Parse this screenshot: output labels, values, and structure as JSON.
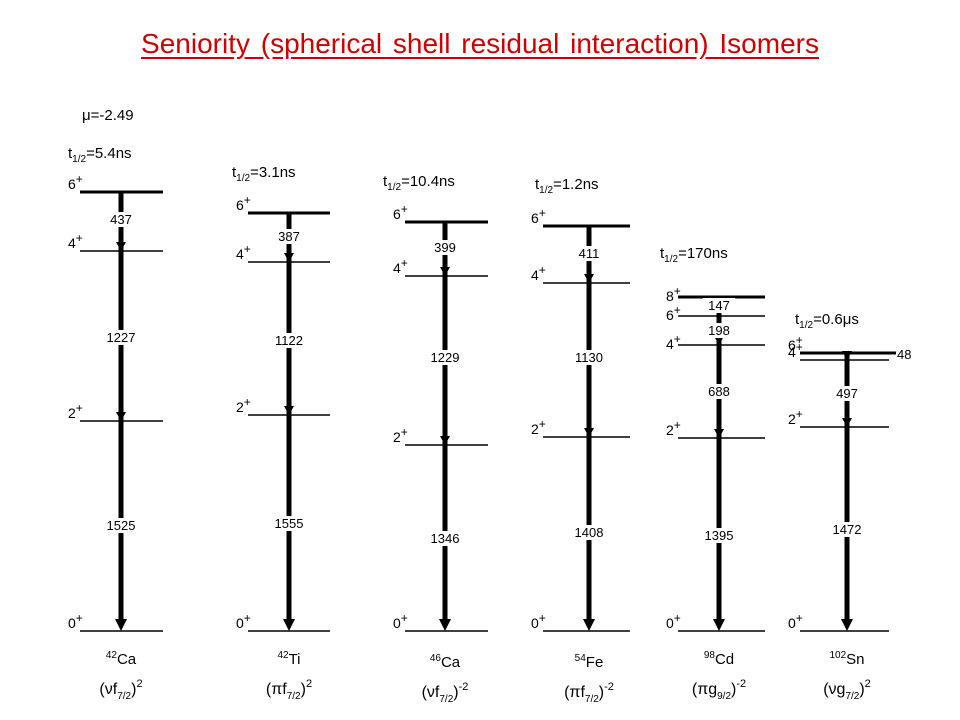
{
  "title": "Seniority (spherical shell residual interaction) Isomers",
  "colors": {
    "title": "#cc0000",
    "lines": "#000000"
  },
  "mu": "μ=-2.49",
  "nuclei": [
    {
      "mass": "42",
      "element": "Ca",
      "halflife": {
        "prefix": "t",
        "sub": "1/2",
        "value": "=5.4ns"
      },
      "config": {
        "particle": "ν",
        "orbital": "f",
        "sub": "7/2",
        "exp": "2"
      },
      "levels": [
        {
          "spin": "6",
          "parity": "+"
        },
        {
          "spin": "4",
          "parity": "+"
        },
        {
          "spin": "2",
          "parity": "+"
        },
        {
          "spin": "0",
          "parity": "+"
        }
      ],
      "transitions": [
        "437",
        "1227",
        "1525"
      ]
    },
    {
      "mass": "42",
      "element": "Ti",
      "halflife": {
        "prefix": "t",
        "sub": "1/2",
        "value": "=3.1ns"
      },
      "config": {
        "particle": "π",
        "orbital": "f",
        "sub": "7/2",
        "exp": "2"
      },
      "levels": [
        {
          "spin": "6",
          "parity": "+"
        },
        {
          "spin": "4",
          "parity": "+"
        },
        {
          "spin": "2",
          "parity": "+"
        },
        {
          "spin": "0",
          "parity": "+"
        }
      ],
      "transitions": [
        "387",
        "1122",
        "1555"
      ]
    },
    {
      "mass": "46",
      "element": "Ca",
      "halflife": {
        "prefix": "t",
        "sub": "1/2",
        "value": "=10.4ns"
      },
      "config": {
        "particle": "ν",
        "orbital": "f",
        "sub": "7/2",
        "exp": "-2"
      },
      "levels": [
        {
          "spin": "6",
          "parity": "+"
        },
        {
          "spin": "4",
          "parity": "+"
        },
        {
          "spin": "2",
          "parity": "+"
        },
        {
          "spin": "0",
          "parity": "+"
        }
      ],
      "transitions": [
        "399",
        "1229",
        "1346"
      ]
    },
    {
      "mass": "54",
      "element": "Fe",
      "halflife": {
        "prefix": "t",
        "sub": "1/2",
        "value": "=1.2ns"
      },
      "config": {
        "particle": "π",
        "orbital": "f",
        "sub": "7/2",
        "exp": "-2"
      },
      "levels": [
        {
          "spin": "6",
          "parity": "+"
        },
        {
          "spin": "4",
          "parity": "+"
        },
        {
          "spin": "2",
          "parity": "+"
        },
        {
          "spin": "0",
          "parity": "+"
        }
      ],
      "transitions": [
        "411",
        "1130",
        "1408"
      ]
    },
    {
      "mass": "98",
      "element": "Cd",
      "halflife": {
        "prefix": "t",
        "sub": "1/2",
        "value": "=170ns"
      },
      "config": {
        "particle": "π",
        "orbital": "g",
        "sub": "9/2",
        "exp": "-2"
      },
      "levels": [
        {
          "spin": "8",
          "parity": "+"
        },
        {
          "spin": "6",
          "parity": "+"
        },
        {
          "spin": "4",
          "parity": "+"
        },
        {
          "spin": "2",
          "parity": "+"
        },
        {
          "spin": "0",
          "parity": "+"
        }
      ],
      "transitions": [
        "147",
        "198",
        "688",
        "1395"
      ]
    },
    {
      "mass": "102",
      "element": "Sn",
      "halflife": {
        "prefix": "t",
        "sub": "1/2",
        "value": "=0.6μs"
      },
      "config": {
        "particle": "ν",
        "orbital": "g",
        "sub": "7/2",
        "exp": "2"
      },
      "levels": [
        {
          "spin": "6",
          "parity": "+"
        },
        {
          "spin": "4",
          "parity": "+"
        },
        {
          "spin": "2",
          "parity": "+"
        },
        {
          "spin": "0",
          "parity": "+"
        }
      ],
      "transitions": [
        "48",
        "497",
        "1472"
      ]
    }
  ]
}
